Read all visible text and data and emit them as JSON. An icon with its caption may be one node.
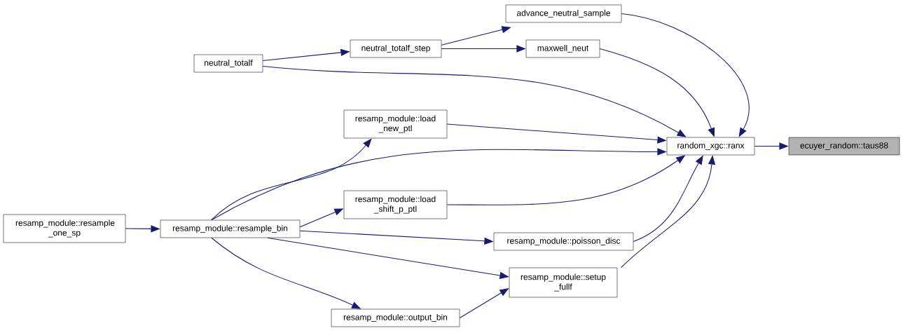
{
  "diagram": {
    "nodes": [
      {
        "text": [
          "ecuyer_random::taus88"
        ]
      },
      {
        "text": [
          "random_xgc::ranx"
        ]
      },
      {
        "text": [
          "advance_neutral_sample"
        ]
      },
      {
        "text": [
          "maxwell_neut"
        ]
      },
      {
        "text": [
          "neutral_totalf_step"
        ]
      },
      {
        "text": [
          "neutral_totalf"
        ]
      },
      {
        "text": [
          "resamp_module::load _new_ptl"
        ]
      },
      {
        "text": [
          "resamp_module::load _shift_p_ptl"
        ]
      },
      {
        "text": [
          "resamp_module::resample_bin"
        ]
      },
      {
        "text": [
          "resamp_module::resample _one_sp"
        ]
      },
      {
        "text": [
          "resamp_module::poisson_disc"
        ]
      },
      {
        "text": [
          "resamp_module::setup _fullf"
        ]
      },
      {
        "text": [
          "resamp_module::output_bin"
        ]
      }
    ],
    "edges": [
      {
        "from": 1,
        "to": 0,
        "arrow": "to"
      },
      {
        "from": 2,
        "to": 1,
        "arrow": "to"
      },
      {
        "from": 3,
        "to": 1,
        "arrow": "to"
      },
      {
        "from": 5,
        "to": 1,
        "arrow": "to"
      },
      {
        "from": 4,
        "to": 2,
        "arrow": "to"
      },
      {
        "from": 4,
        "to": 3,
        "arrow": "to"
      },
      {
        "from": 5,
        "to": 4,
        "arrow": "to"
      },
      {
        "from": 6,
        "to": 1,
        "arrow": "to"
      },
      {
        "from": 8,
        "to": 1,
        "arrow": "to"
      },
      {
        "from": 7,
        "to": 1,
        "arrow": "to"
      },
      {
        "from": 10,
        "to": 1,
        "arrow": "to"
      },
      {
        "from": 11,
        "to": 1,
        "arrow": "to"
      },
      {
        "from": 8,
        "to": 6,
        "arrow": "to"
      },
      {
        "from": 8,
        "to": 7,
        "arrow": "to"
      },
      {
        "from": 8,
        "to": 10,
        "arrow": "to"
      },
      {
        "from": 8,
        "to": 11,
        "arrow": "to"
      },
      {
        "from": 8,
        "to": 12,
        "arrow": "to"
      },
      {
        "from": 12,
        "to": 11,
        "arrow": "to"
      },
      {
        "from": 9,
        "to": 8,
        "arrow": "to"
      }
    ]
  }
}
